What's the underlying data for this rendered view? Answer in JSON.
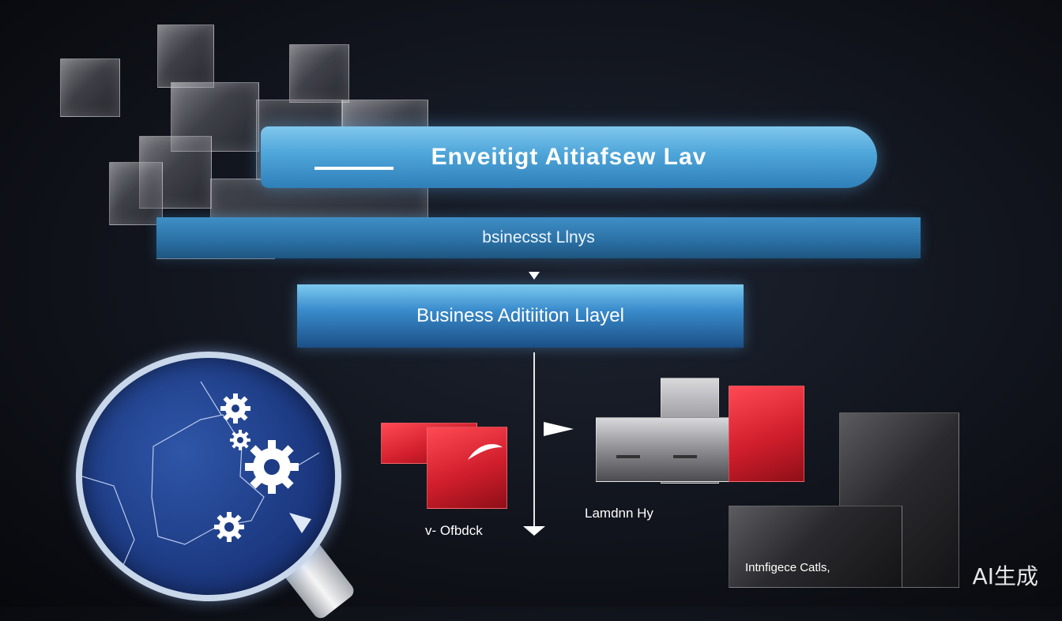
{
  "layers": {
    "top_label": "Enveitigt Aitiafsew Lav",
    "middle_label": "bsinecsst Llnys",
    "business_label": "Business Aditiition Llayel"
  },
  "labels": {
    "offdck": "v- Ofbdck",
    "landmark": "Lamdnn Hy",
    "interface": "Intnfigece Catls,"
  },
  "watermark": "AI生成",
  "colors": {
    "band_blue": "#4da5d9",
    "accent_red": "#d11e2c",
    "lens_blue": "#1e3c85"
  }
}
